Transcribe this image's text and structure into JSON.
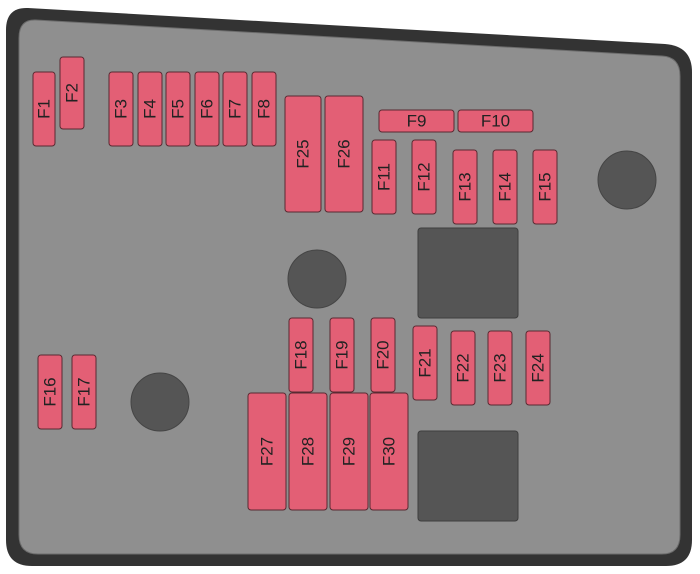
{
  "colors": {
    "background": "#ffffff",
    "box_border": "#333333",
    "box_fill": "#8f8f8f",
    "fuse_fill": "#e35f75",
    "fuse_stroke": "#5a2a32",
    "relay_fill": "#555555",
    "mount_hole_fill": "#555555",
    "label_color": "#222222"
  },
  "diagram": {
    "fuses": [
      {
        "id": "f1",
        "label": "F1",
        "orientation": "vertical"
      },
      {
        "id": "f2",
        "label": "F2",
        "orientation": "vertical"
      },
      {
        "id": "f3",
        "label": "F3",
        "orientation": "vertical"
      },
      {
        "id": "f4",
        "label": "F4",
        "orientation": "vertical"
      },
      {
        "id": "f5",
        "label": "F5",
        "orientation": "vertical"
      },
      {
        "id": "f6",
        "label": "F6",
        "orientation": "vertical"
      },
      {
        "id": "f7",
        "label": "F7",
        "orientation": "vertical"
      },
      {
        "id": "f8",
        "label": "F8",
        "orientation": "vertical"
      },
      {
        "id": "f9",
        "label": "F9",
        "orientation": "horizontal"
      },
      {
        "id": "f10",
        "label": "F10",
        "orientation": "horizontal"
      },
      {
        "id": "f11",
        "label": "F11",
        "orientation": "vertical"
      },
      {
        "id": "f12",
        "label": "F12",
        "orientation": "vertical"
      },
      {
        "id": "f13",
        "label": "F13",
        "orientation": "vertical"
      },
      {
        "id": "f14",
        "label": "F14",
        "orientation": "vertical"
      },
      {
        "id": "f15",
        "label": "F15",
        "orientation": "vertical"
      },
      {
        "id": "f16",
        "label": "F16",
        "orientation": "vertical"
      },
      {
        "id": "f17",
        "label": "F17",
        "orientation": "vertical"
      },
      {
        "id": "f18",
        "label": "F18",
        "orientation": "vertical"
      },
      {
        "id": "f19",
        "label": "F19",
        "orientation": "vertical"
      },
      {
        "id": "f20",
        "label": "F20",
        "orientation": "vertical"
      },
      {
        "id": "f21",
        "label": "F21",
        "orientation": "vertical"
      },
      {
        "id": "f22",
        "label": "F22",
        "orientation": "vertical"
      },
      {
        "id": "f23",
        "label": "F23",
        "orientation": "vertical"
      },
      {
        "id": "f24",
        "label": "F24",
        "orientation": "vertical"
      },
      {
        "id": "f25",
        "label": "F25",
        "orientation": "vertical"
      },
      {
        "id": "f26",
        "label": "F26",
        "orientation": "vertical"
      },
      {
        "id": "f27",
        "label": "F27",
        "orientation": "vertical"
      },
      {
        "id": "f28",
        "label": "F28",
        "orientation": "vertical"
      },
      {
        "id": "f29",
        "label": "F29",
        "orientation": "vertical"
      },
      {
        "id": "f30",
        "label": "F30",
        "orientation": "vertical"
      }
    ],
    "relays": [
      {
        "id": "upper"
      },
      {
        "id": "lower"
      }
    ],
    "mount_holes": [
      {
        "id": "right"
      },
      {
        "id": "center"
      },
      {
        "id": "left"
      }
    ]
  }
}
